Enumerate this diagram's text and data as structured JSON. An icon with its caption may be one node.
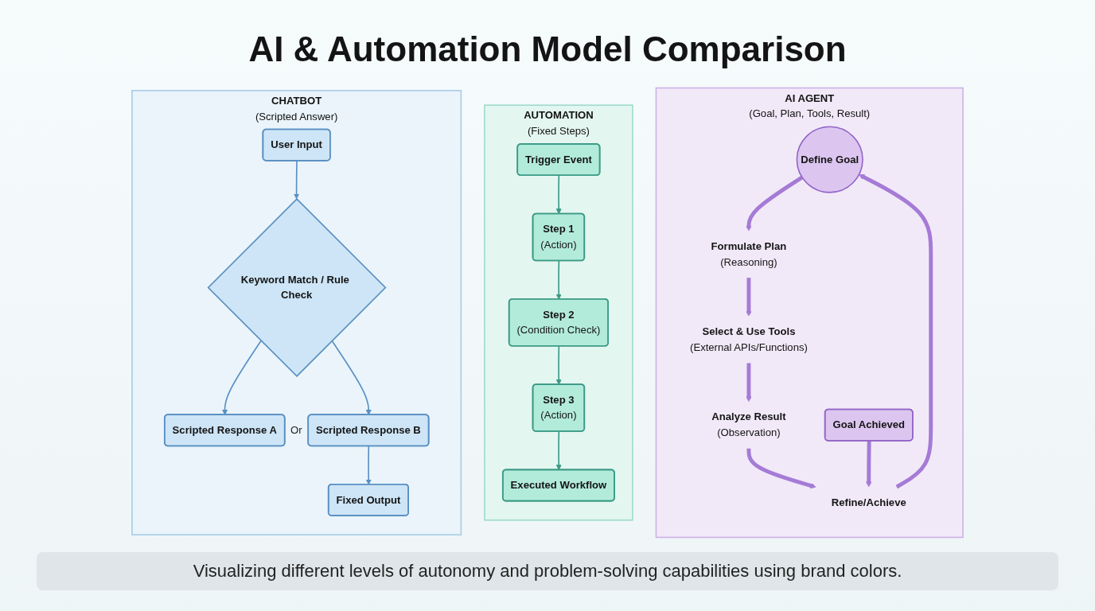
{
  "diagram": {
    "title": "AI & Automation Model Comparison",
    "caption": "Visualizing different levels of autonomy and problem-solving capabilities using brand colors.",
    "nodes": [
      {
        "text": [
          "CHATBOT",
          "(Scripted Answer)"
        ]
      },
      {
        "text": [
          "User Input"
        ],
        "in": 0
      },
      {
        "text": [
          "Keyword Match / Rule Check"
        ],
        "in": 0
      },
      {
        "text": [
          "Scripted Response A"
        ],
        "in": 0
      },
      {
        "text": [
          "Scripted Response B"
        ],
        "in": 0
      },
      {
        "text": [
          "Fixed Output"
        ],
        "in": 0
      },
      {
        "text": [
          "AUTOMATION",
          "(Fixed Steps)"
        ]
      },
      {
        "text": [
          "Trigger Event"
        ],
        "in": 6
      },
      {
        "text": [
          "Step 1",
          "(Action)"
        ],
        "in": 6
      },
      {
        "text": [
          "Step 2",
          "(Condition Check)"
        ],
        "in": 6
      },
      {
        "text": [
          "Step 3",
          "(Action)"
        ],
        "in": 6
      },
      {
        "text": [
          "Executed Workflow"
        ],
        "in": 6
      },
      {
        "text": [
          "AI AGENT",
          "(Goal, Plan, Tools, Result)"
        ]
      },
      {
        "text": [
          "Define Goal"
        ],
        "in": 12
      },
      {
        "text": [
          "Formulate Plan",
          "(Reasoning)"
        ],
        "in": 12
      },
      {
        "text": [
          "Select & Use Tools",
          "(External APIs/Functions)"
        ],
        "in": 12
      },
      {
        "text": [
          "Analyze Result",
          "(Observation)"
        ],
        "in": 12
      },
      {
        "text": [
          "Refine/Achieve"
        ],
        "in": 12
      },
      {
        "text": [
          "Goal Achieved"
        ],
        "in": 12
      }
    ],
    "edges": [
      {
        "from": 1,
        "to": 2,
        "arrow": "to",
        "color": "#5a8fc2"
      },
      {
        "from": 2,
        "to": 3,
        "arrow": "to",
        "color": "#5a8fc2"
      },
      {
        "from": 2,
        "to": 4,
        "arrow": "to",
        "color": "#5a8fc2"
      },
      {
        "from": 4,
        "to": 5,
        "arrow": "to",
        "color": "#5a8fc2"
      },
      {
        "from": 7,
        "to": 8,
        "arrow": "to",
        "color": "#3a9a85"
      },
      {
        "from": 8,
        "to": 9,
        "arrow": "to",
        "color": "#3a9a85"
      },
      {
        "from": 9,
        "to": 10,
        "arrow": "to",
        "color": "#3a9a85"
      },
      {
        "from": 10,
        "to": 11,
        "arrow": "to",
        "color": "#3a9a85"
      },
      {
        "from": 13,
        "to": 14,
        "arrow": "to",
        "style": "thick"
      },
      {
        "from": 14,
        "to": 15,
        "arrow": "to",
        "style": "thick"
      },
      {
        "from": 15,
        "to": 16,
        "arrow": "to",
        "style": "thick"
      },
      {
        "from": 16,
        "to": 17,
        "arrow": "to",
        "style": "thick"
      },
      {
        "from": 18,
        "to": 17,
        "arrow": "to",
        "style": "thick"
      },
      {
        "from": 17,
        "to": 13,
        "arrow": "to",
        "style": "thick"
      }
    ],
    "labels": [
      "Or"
    ]
  }
}
